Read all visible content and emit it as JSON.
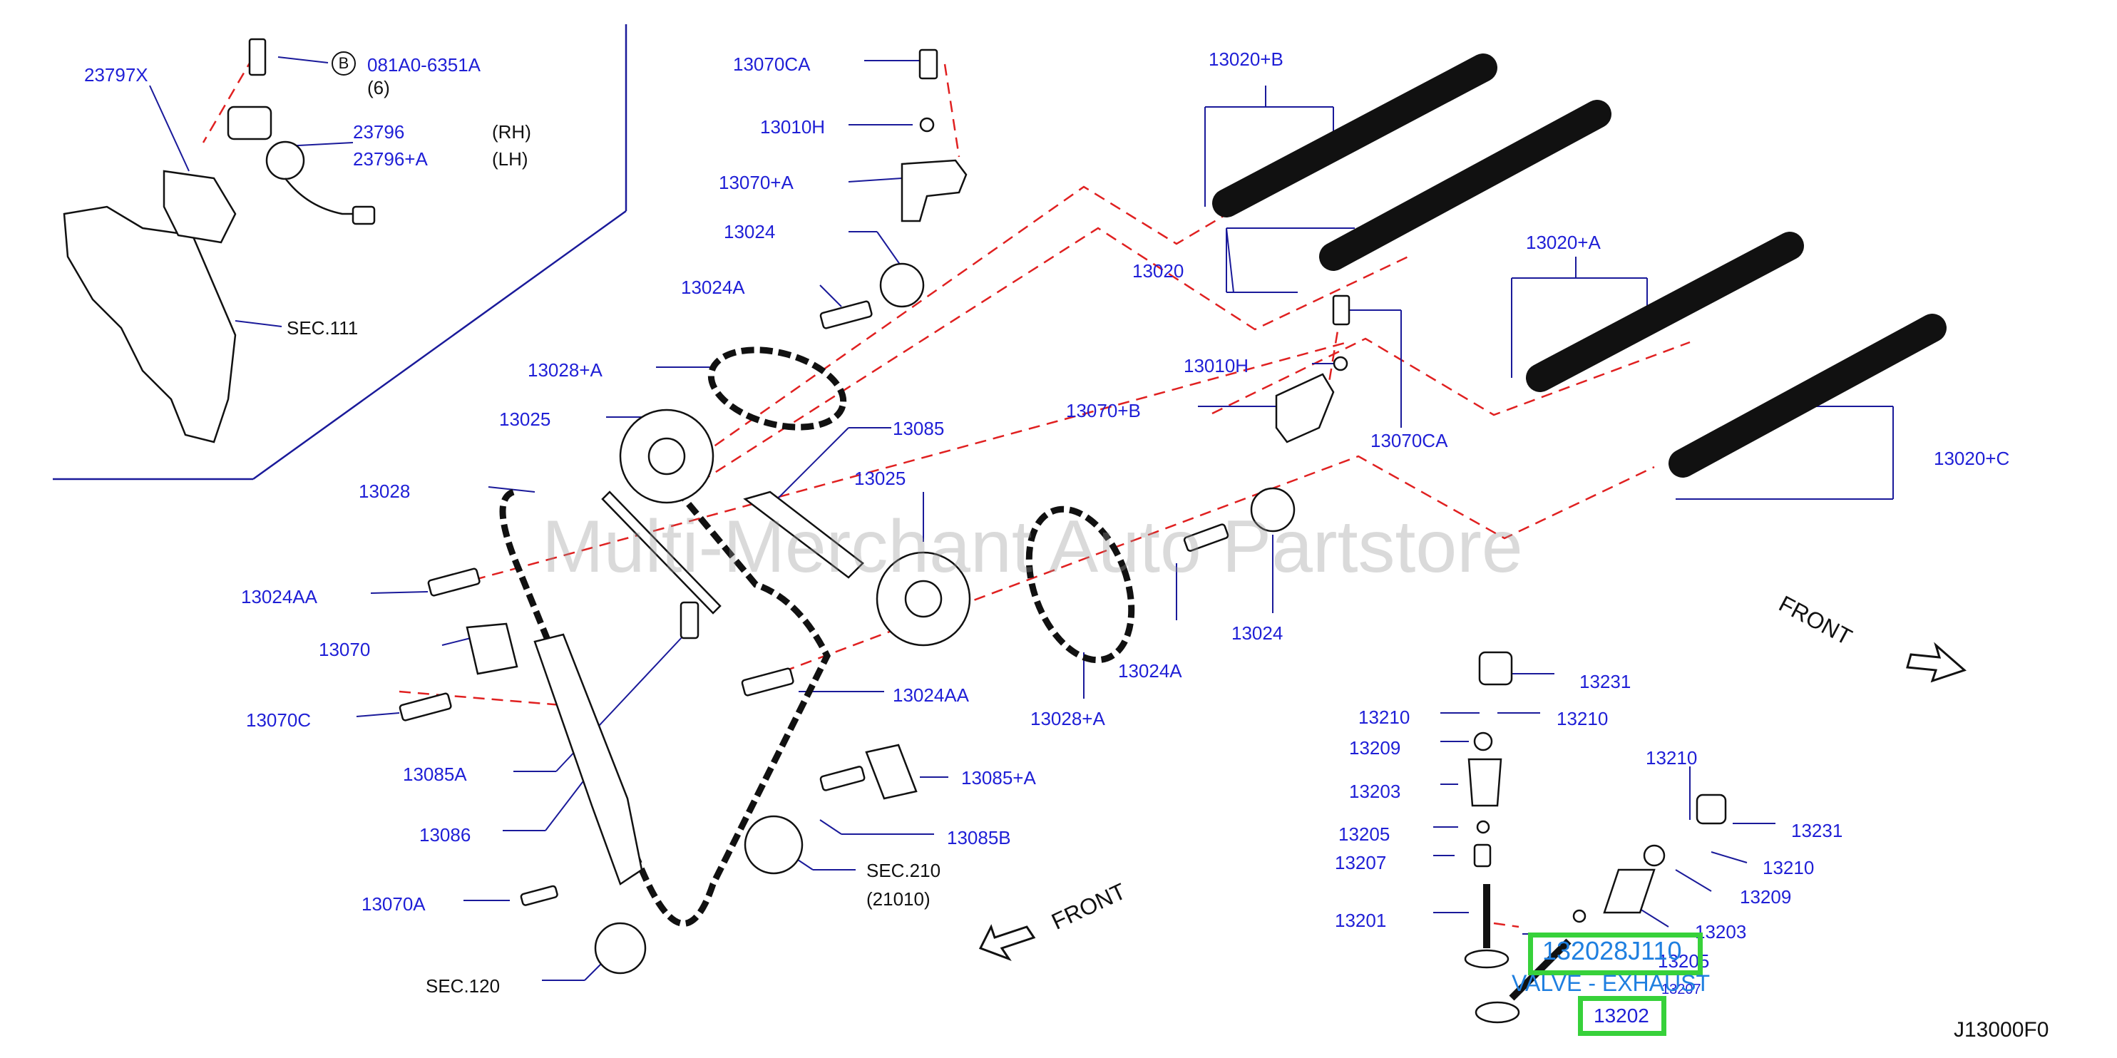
{
  "labels": {
    "p23797x": "23797X",
    "b_bolt": "081A0-6351A",
    "b_qty": "(6)",
    "b_circle": "B",
    "p23796": "23796",
    "p23796a": "23796+A",
    "rh": "(RH)",
    "lh": "(LH)",
    "sec111": "SEC.111",
    "p13070ca_top": "13070CA",
    "p13010h_top": "13010H",
    "p13070a_plus": "13070+A",
    "p13024_top": "13024",
    "p13024a_top": "13024A",
    "p13028a_top": "13028+A",
    "p13025_left": "13025",
    "p13085": "13085",
    "p13025_mid": "13025",
    "p13028": "13028",
    "p13024aa_left": "13024AA",
    "p13070": "13070",
    "p13070c": "13070C",
    "p13085a": "13085A",
    "p13086": "13086",
    "p13070a": "13070A",
    "sec120": "SEC.120",
    "p13024aa_mid": "13024AA",
    "p13085a_plus": "13085+A",
    "p13085b": "13085B",
    "sec210": "SEC.210",
    "sec210_sub": "(21010)",
    "p13028a_bot": "13028+A",
    "p13024a_bot": "13024A",
    "p13024_bot": "13024",
    "p13020b": "13020+B",
    "p13020": "13020",
    "p13020a": "13020+A",
    "p13010h_mid": "13010H",
    "p13070b": "13070+B",
    "p13070ca_mid": "13070CA",
    "p13020c": "13020+C",
    "p13231_top": "13231",
    "p13210_l": "13210",
    "p13210_r": "13210",
    "p13209": "13209",
    "p13203": "13203",
    "p13205": "13205",
    "p13207": "13207",
    "p13201": "13201",
    "p13210_b": "13210",
    "p13231_b": "13231",
    "p13210_b2": "13210",
    "p13209_b": "13209",
    "p13203_b": "13203",
    "p13205_b": "13205",
    "p13207_b": "13207",
    "p13202": "13202",
    "highlight_code": "132028J110",
    "highlight_desc": "VALVE - EXHAUST",
    "ref_code": "J13000F0",
    "front_1": "FRONT",
    "front_2": "FRONT"
  },
  "watermark": "Multi-Merchant Auto Partstore",
  "colors": {
    "label": "#1f1fd6",
    "dash": "#e02020",
    "highlight": "#37d13a",
    "line": "#1a1a9a"
  }
}
